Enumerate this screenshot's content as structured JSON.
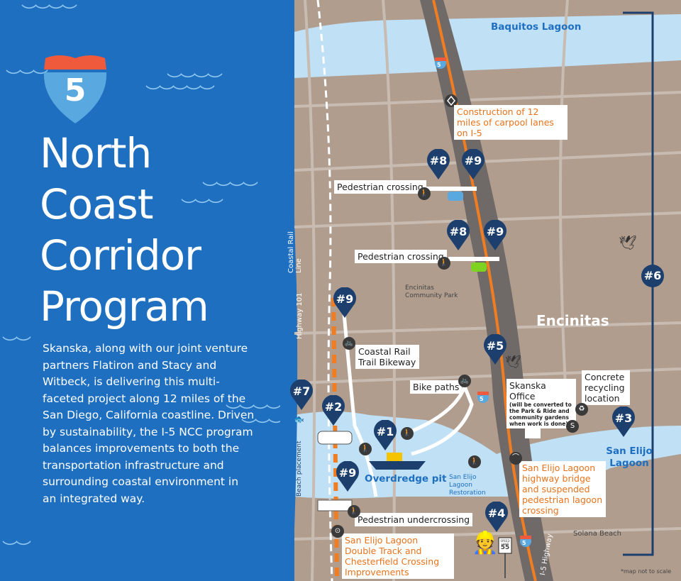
{
  "shield_number": "5",
  "title_lines": [
    "North",
    "Coast",
    "Corridor",
    "Program"
  ],
  "description": "Skanska, along with our joint venture partners Flatiron and Stacy and Witbeck, is delivering this multi-faceted project along 12 miles of the San Diego, California coastline. Driven by sustainability, the I-5 NCC program balances improvements to both the transportation infrastructure and surrounding coastal environment in an integrated way.",
  "places": {
    "baquitos_lagoon": "Baquitos Lagoon",
    "encinitas": "Encinitas",
    "encinitas_park": "Encinitas Community Park",
    "san_elijo_lagoon": "San Elijo Lagoon",
    "solana_beach": "Solana Beach",
    "restoration": "San Elijo Lagoon Restoration",
    "overdredge_pit": "Overdredge pit"
  },
  "roads": {
    "coastal_rail_line": "Coastal Rail Line",
    "highway_101": "Highway 101",
    "i5_highway": "I-5 Highway",
    "beach_placement": "Beach placement",
    "route_shield": "5"
  },
  "labels": {
    "carpool_lanes": "Construction of 12 miles of carpool lanes on I-5",
    "pedestrian_crossing_1": "Pedestrian crossing",
    "pedestrian_crossing_2": "Pedestrian crossing",
    "coastal_rail_trail": "Coastal Rail Trail Bikeway",
    "bike_paths": "Bike paths",
    "skanska_office": "Skanska Office",
    "skanska_office_note": "(will be converted to the Park & Ride and community gardens when work is done)",
    "concrete_recycling": "Concrete recycling location",
    "san_elijo_bridge": "San Elijo Lagoon highway bridge and suspended pedestrian lagoon crossing",
    "pedestrian_undercrossing": "Pedestrian undercrossing",
    "double_track": "San Elijo Lagoon Double Track and Chesterfield Crossing Improvements",
    "speed_sign_top": "SPEED LIMIT",
    "speed_sign_value": "55",
    "map_note": "*map not to scale"
  },
  "markers": {
    "m1": "#1",
    "m2": "#2",
    "m3": "#3",
    "m4": "#4",
    "m5": "#5",
    "m6": "#6",
    "m7": "#7",
    "m8a": "#8",
    "m9a": "#9",
    "m8b": "#8",
    "m9b": "#9",
    "m9c": "#9",
    "m9d": "#9"
  },
  "colors": {
    "ocean_blue": "#1f6fc1",
    "land": "#b09d8e",
    "water": "#bfe0f5",
    "highway": "#6f6a68",
    "construction_orange": "#f07d22",
    "marker_navy": "#1d3f6e",
    "shield_red": "#f05a3c",
    "shield_blue": "#5aa8e0"
  }
}
